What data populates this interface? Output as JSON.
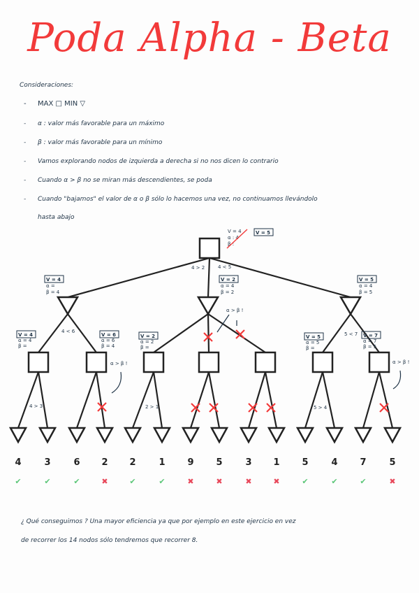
{
  "title": "Poda Alpha - Beta",
  "considerations": {
    "heading": "Consideraciones:",
    "bullets": [
      {
        "dash": "-",
        "text": "MAX □        MIN ▽"
      },
      {
        "dash": "-",
        "text": "α : valor más favorable para un máximo"
      },
      {
        "dash": "-",
        "text": "β : valor más favorable para un mínimo"
      },
      {
        "dash": "-",
        "text": "Vamos explorando nodos de izquierda a derecha si no nos dicen lo contrario"
      },
      {
        "dash": "-",
        "text": "Cuando  α > β  no se miran más descendientes, se poda"
      },
      {
        "dash": "-",
        "text": "Cuando \"bajamos\" el valor de α o β sólo lo hacemos una vez, no continuamos llevándolo"
      }
    ],
    "bullet_continuation": "hasta abajo"
  },
  "tree": {
    "root": {
      "type": "MAX",
      "annot_struck": [
        "V = 4",
        "α : 4",
        "β :"
      ],
      "value_box": "V = 5"
    },
    "edge_labels": {
      "root_left": "4 > 2",
      "root_right": "4 < 5",
      "l_min": "4 < 6",
      "r_min": "5 < 7",
      "ll_max": "4 > 3",
      "lm_max": "2 > 1",
      "rl_max": "5 > 4"
    },
    "min_nodes": [
      {
        "value_box": "V = 4",
        "alpha": "α =",
        "beta": "β = 4"
      },
      {
        "value_box": "V = 2",
        "alpha": "α = 4",
        "beta": "β = 2",
        "prune_note": "α > β !"
      },
      {
        "value_box": "V = 5",
        "alpha": "α = 4",
        "beta": "β = 5"
      }
    ],
    "max_nodes": [
      {
        "value_box": "V = 4",
        "alpha": "α = 4",
        "beta": "β ="
      },
      {
        "value_box": "V = 6",
        "alpha": "α = 6",
        "beta": "β = 4",
        "prune_note": "α > β !"
      },
      {
        "value_box": "V = 2",
        "alpha": "α = 2",
        "beta": "β ="
      },
      {
        "value_box": "",
        "alpha": "",
        "beta": ""
      },
      {
        "value_box": "",
        "alpha": "",
        "beta": ""
      },
      {
        "value_box": "V = 5",
        "alpha": "α = 5",
        "beta": "β ="
      },
      {
        "value_box": "V = 7",
        "alpha": "α = 7",
        "beta": "β = 5",
        "prune_note": "α > β !"
      }
    ],
    "leaves": [
      {
        "value": "4",
        "visited": true
      },
      {
        "value": "3",
        "visited": true
      },
      {
        "value": "6",
        "visited": true
      },
      {
        "value": "2",
        "visited": false
      },
      {
        "value": "2",
        "visited": true
      },
      {
        "value": "1",
        "visited": true
      },
      {
        "value": "9",
        "visited": false
      },
      {
        "value": "5",
        "visited": false
      },
      {
        "value": "3",
        "visited": false
      },
      {
        "value": "1",
        "visited": false
      },
      {
        "value": "5",
        "visited": true
      },
      {
        "value": "4",
        "visited": true
      },
      {
        "value": "7",
        "visited": true
      },
      {
        "value": "5",
        "visited": false
      }
    ],
    "check_mark": "✔",
    "cross_mark": "✖"
  },
  "conclusion": {
    "line1": "¿ Qué conseguimos ?       Una mayor eficiencia ya que por ejemplo en este ejercicio en vez",
    "line2": "de recorrer los 14 nodos sólo tendremos que recorrer 8."
  },
  "colors": {
    "title": "#f23a3a",
    "ink": "#1f3346",
    "prune": "#f23a3a",
    "ok": "#5ec77a",
    "no": "#e8485a"
  }
}
